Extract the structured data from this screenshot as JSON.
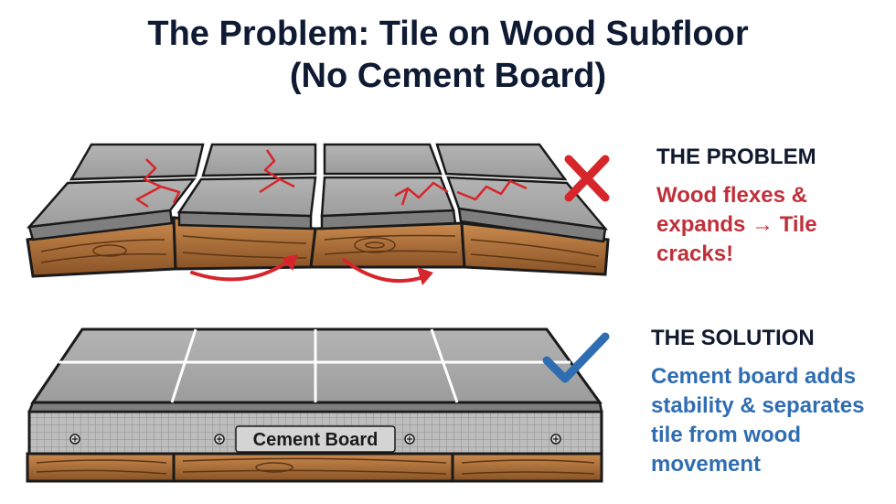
{
  "title": {
    "line1": "The Problem: Tile on Wood Subfloor",
    "line2": "(No Cement Board)"
  },
  "problem": {
    "heading": "THE PROBLEM",
    "text": "Wood flexes & expands → Tile cracks!",
    "status_icon": "x-mark-icon",
    "color": "#c0303a"
  },
  "solution": {
    "heading": "THE SOLUTION",
    "text": "Cement board adds stability & separates tile from wood movement",
    "status_icon": "check-mark-icon",
    "color": "#2f6db3"
  },
  "diagram": {
    "cement_board_label": "Cement Board"
  }
}
